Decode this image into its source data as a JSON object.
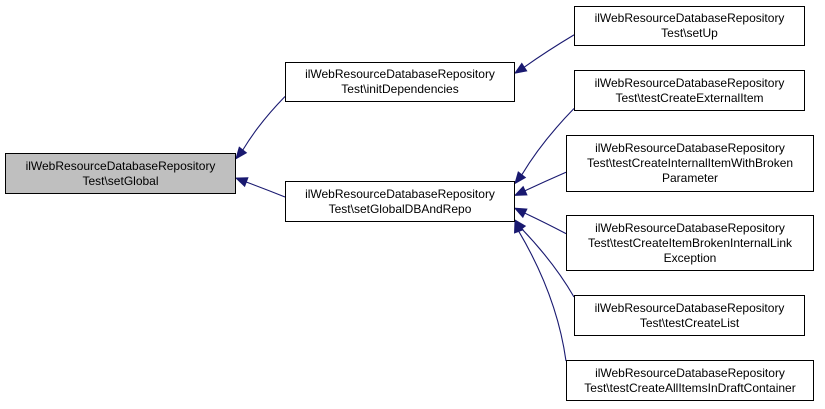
{
  "colors": {
    "edge": "#191970",
    "focus_fill": "#bfbfbf",
    "node_fill": "#ffffff",
    "border": "#000000"
  },
  "nodes": {
    "set_global": {
      "lines": [
        "ilWebResourceDatabaseRepository",
        "Test\\setGlobal"
      ]
    },
    "init_dependencies": {
      "lines": [
        "ilWebResourceDatabaseRepository",
        "Test\\initDependencies"
      ]
    },
    "set_global_db_and_repo": {
      "lines": [
        "ilWebResourceDatabaseRepository",
        "Test\\setGlobalDBAndRepo"
      ]
    },
    "set_up": {
      "lines": [
        "ilWebResourceDatabaseRepository",
        "Test\\setUp"
      ]
    },
    "test_create_external_item": {
      "lines": [
        "ilWebResourceDatabaseRepository",
        "Test\\testCreateExternalItem"
      ]
    },
    "test_create_internal_item_with_broken_parameter": {
      "lines": [
        "ilWebResourceDatabaseRepository",
        "Test\\testCreateInternalItemWithBroken",
        "Parameter"
      ]
    },
    "test_create_item_broken_internal_link_exception": {
      "lines": [
        "ilWebResourceDatabaseRepository",
        "Test\\testCreateItemBrokenInternalLink",
        "Exception"
      ]
    },
    "test_create_list": {
      "lines": [
        "ilWebResourceDatabaseRepository",
        "Test\\testCreateList"
      ]
    },
    "test_create_all_items_in_draft_container": {
      "lines": [
        "ilWebResourceDatabaseRepository",
        "Test\\testCreateAllItemsInDraftContainer"
      ]
    }
  },
  "edges": [
    {
      "from": "init_dependencies",
      "to": "set_global"
    },
    {
      "from": "set_global_db_and_repo",
      "to": "set_global"
    },
    {
      "from": "set_up",
      "to": "init_dependencies"
    },
    {
      "from": "test_create_external_item",
      "to": "set_global_db_and_repo"
    },
    {
      "from": "test_create_internal_item_with_broken_parameter",
      "to": "set_global_db_and_repo"
    },
    {
      "from": "test_create_item_broken_internal_link_exception",
      "to": "set_global_db_and_repo"
    },
    {
      "from": "test_create_list",
      "to": "set_global_db_and_repo"
    },
    {
      "from": "test_create_all_items_in_draft_container",
      "to": "set_global_db_and_repo"
    }
  ]
}
